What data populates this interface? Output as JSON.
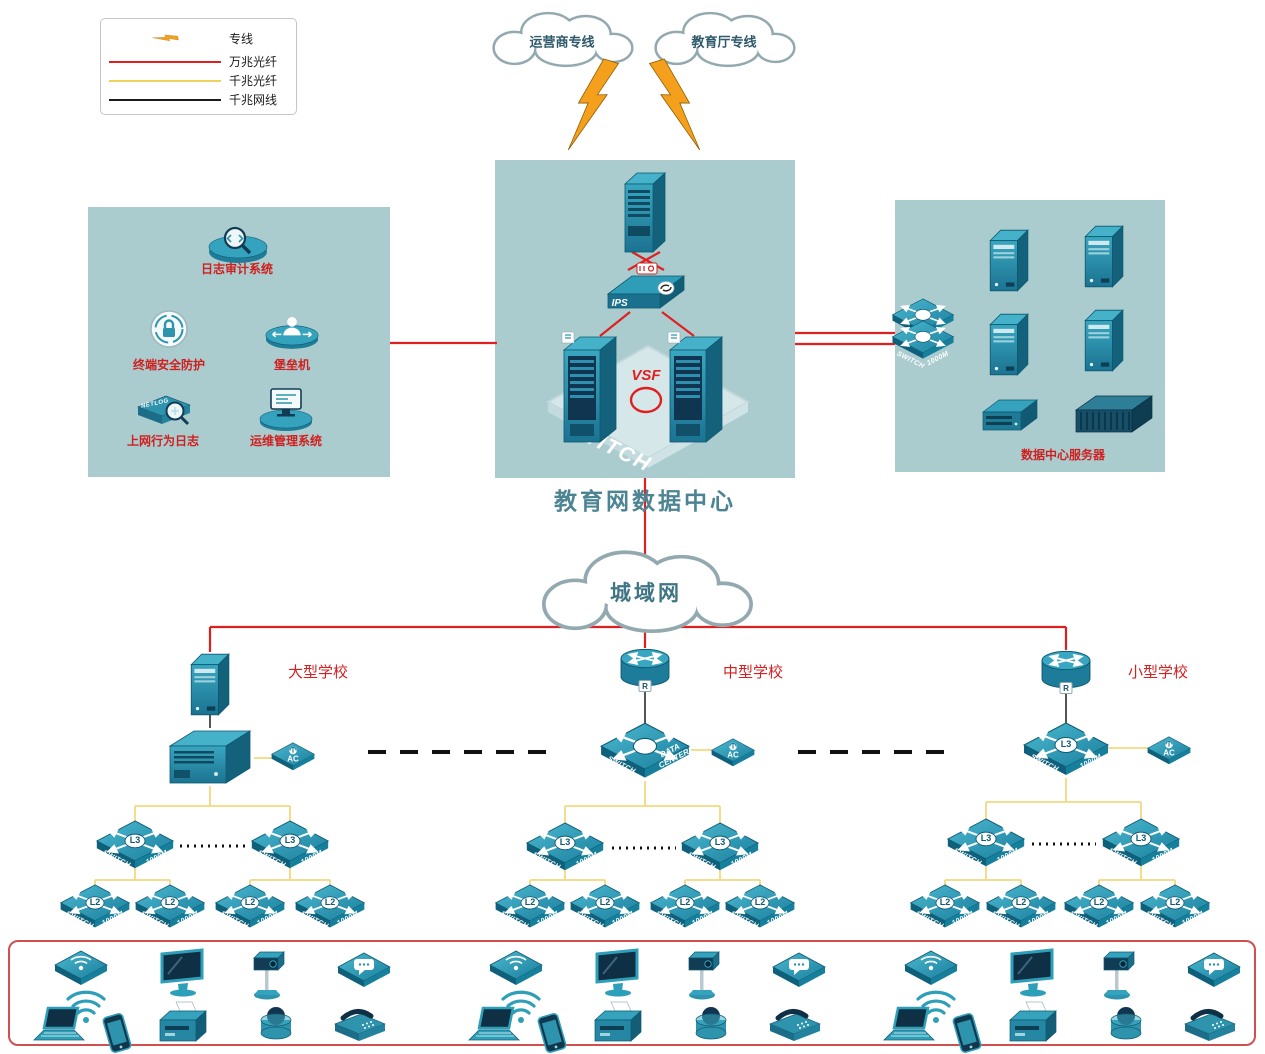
{
  "legend": {
    "items": [
      {
        "label": "专线",
        "symbol": "lightning",
        "color": "#f5a01c"
      },
      {
        "label": "万兆光纤",
        "symbol": "line",
        "color": "#e02020"
      },
      {
        "label": "千兆光纤",
        "symbol": "line",
        "color": "#eed25c"
      },
      {
        "label": "千兆网线",
        "symbol": "line",
        "color": "#1a1a1a"
      }
    ]
  },
  "clouds": {
    "isp": "运营商专线",
    "edu": "教育厅专线",
    "man": "城域网"
  },
  "security_zone": {
    "items": [
      {
        "label": "日志审计系统"
      },
      {
        "label": "终端安全防护"
      },
      {
        "label": "堡垒机"
      },
      {
        "label": "上网行为日志",
        "device_text": "NETLOG"
      },
      {
        "label": "运维管理系统"
      }
    ]
  },
  "datacenter": {
    "title": "教育网数据中心",
    "vsf": "VSF",
    "ips": "IPS",
    "watermark": "SWITCH"
  },
  "server_zone": {
    "label": "数据中心服务器"
  },
  "schools": [
    {
      "name": "大型学校"
    },
    {
      "name": "中型学校"
    },
    {
      "name": "小型学校"
    }
  ],
  "labels": {
    "switch": "SWITCH",
    "speed": "1000M",
    "l3": "L3",
    "l2": "L2",
    "ac": "AC",
    "router": "R",
    "dc1": "DATA",
    "dc2": "CENTER"
  },
  "colors": {
    "zone_bg": "#abccce",
    "device_teal": "#2490ad",
    "line_10g": "#e02020",
    "line_1g_fiber": "#f3d87e",
    "line_1g_copper": "#1a1a1a",
    "label_red": "#cf1f1f"
  }
}
